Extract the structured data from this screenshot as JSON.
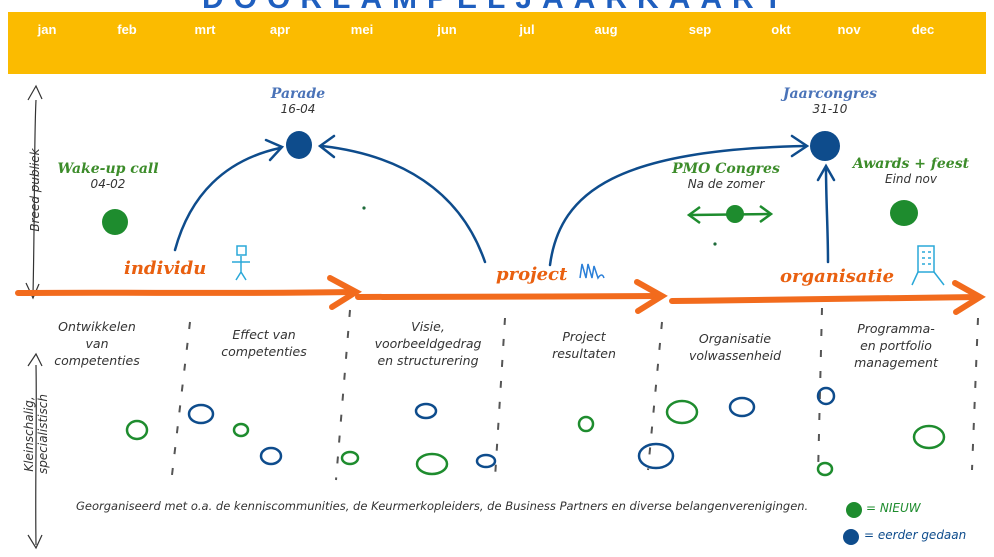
{
  "title": "DOORLAMPELJAARKAART",
  "months": [
    "jan",
    "feb",
    "mrt",
    "apr",
    "mei",
    "jun",
    "jul",
    "aug",
    "sep",
    "okt",
    "nov",
    "dec"
  ],
  "axis": {
    "top_label": "Breed publiek",
    "bottom_label": "Kleinschalig, specialistisch"
  },
  "events": {
    "parade": {
      "title": "Parade",
      "date": "16-04"
    },
    "jaarcongres": {
      "title": "Jaarcongres",
      "date": "31-10"
    },
    "wakeup": {
      "title": "Wake-up call",
      "date": "04-02"
    },
    "pmo": {
      "title": "PMO Congres",
      "date": "Na de zomer"
    },
    "awards": {
      "title": "Awards + feest",
      "date": "Eind nov"
    }
  },
  "phases": {
    "individu": "individu",
    "project": "project",
    "organisatie": "organisatie"
  },
  "descriptions": [
    {
      "line1": "Ontwikkelen",
      "line2": "van",
      "line3": "competenties"
    },
    {
      "line1": "Effect van",
      "line2": "competenties",
      "line3": ""
    },
    {
      "line1": "Visie,",
      "line2": "voorbeeldgedrag",
      "line3": "en structurering"
    },
    {
      "line1": "Project",
      "line2": "resultaten",
      "line3": ""
    },
    {
      "line1": "Organisatie",
      "line2": "volwassenheid",
      "line3": ""
    },
    {
      "line1": "Programma-",
      "line2": "en portfolio",
      "line3": "management"
    }
  ],
  "footnote": "Georganiseerd met o.a. de kenniscommunities, de Keurmerkopleiders, de Business Partners en diverse belangenverenigingen.",
  "legend": {
    "new_label": "= NIEUW",
    "done_label": "= eerder gedaan"
  },
  "colors": {
    "month_bar": "#fbbb00",
    "arrow": "#f26b1d",
    "phase_text": "#e96010",
    "blue_title": "#4a73b8",
    "green_title": "#3c8c2a",
    "blue_dot": "#0e4c8c",
    "green_dot": "#1e8c2e"
  }
}
